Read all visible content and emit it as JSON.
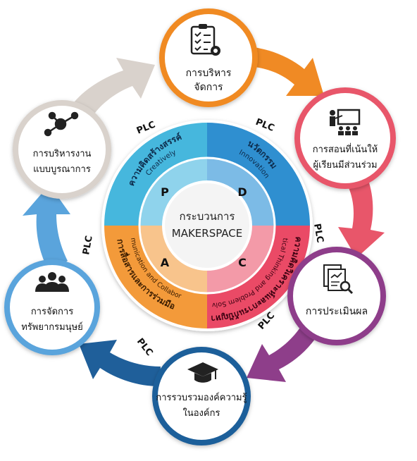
{
  "center": {
    "line1": "กระบวนการ",
    "line2": "MAKERSPACE"
  },
  "ring_letters": {
    "p": "P",
    "d": "D",
    "a": "A",
    "c": "C"
  },
  "quadrants": {
    "creativity_th": "ความคิดสร้างสรรค์",
    "creativity_en": "Creatively",
    "innovation_th": "นวัตกรรม",
    "innovation_en": "Innovation",
    "communication_th": "การสื่อสารและการร่วมมือ",
    "communication_en": "Communication and Collaboration",
    "critical_th": "ความคิดวิเคราะห์และการแก้ปัญหา",
    "critical_en": "Critical Thinking and Problem Solving"
  },
  "plc_label": "PLC",
  "nodes": {
    "management": {
      "line1": "การบริหาร",
      "line2": "จัดการ",
      "icon": "clipboard-gear-icon",
      "color": "#f08a24"
    },
    "teaching": {
      "line1": "การสอนที่เน้นให้",
      "line2": "ผู้เรียนมีส่วนร่วม",
      "icon": "teacher-presentation-icon",
      "color": "#e8566a"
    },
    "evaluation": {
      "line1": "การประเมินผล",
      "line2": "",
      "icon": "document-magnifier-icon",
      "color": "#8e3e8a"
    },
    "knowledge": {
      "line1": "การรวบรวมองค์ความรู้",
      "line2": "ในองค์กร",
      "icon": "graduation-cap-icon",
      "color": "#1f5f9a"
    },
    "hr": {
      "line1": "การจัดการ",
      "line2": "ทรัพยากรมนุษย์",
      "icon": "people-group-icon",
      "color": "#5aa4dc"
    },
    "integrated": {
      "line1": "การบริหารงาน",
      "line2": "แบบบูรณาการ",
      "icon": "network-nodes-icon",
      "color": "#d9d2cc"
    }
  }
}
